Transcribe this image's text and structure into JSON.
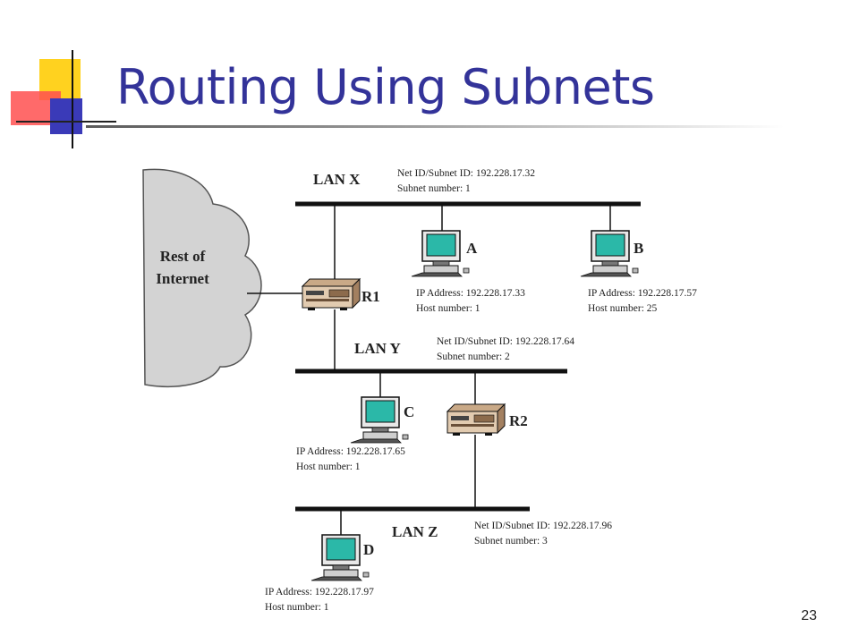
{
  "slide": {
    "title": "Routing Using Subnets",
    "page_number": "23"
  },
  "colors": {
    "title": "#333399",
    "monitor_screen": "#2bb8a8",
    "cloud": "#d3d3d3"
  },
  "diagram": {
    "cloud": {
      "line1": "Rest of",
      "line2": "Internet"
    },
    "lans": [
      {
        "name": "LAN X",
        "net_id": "Net ID/Subnet ID: 192.228.17.32",
        "subnet": "Subnet number: 1"
      },
      {
        "name": "LAN Y",
        "net_id": "Net ID/Subnet ID: 192.228.17.64",
        "subnet": "Subnet number: 2"
      },
      {
        "name": "LAN Z",
        "net_id": "Net ID/Subnet ID: 192.228.17.96",
        "subnet": "Subnet number: 3"
      }
    ],
    "routers": [
      {
        "label": "R1"
      },
      {
        "label": "R2"
      }
    ],
    "hosts": [
      {
        "label": "A",
        "ip": "IP Address: 192.228.17.33",
        "host_number": "Host number: 1"
      },
      {
        "label": "B",
        "ip": "IP Address: 192.228.17.57",
        "host_number": "Host number: 25"
      },
      {
        "label": "C",
        "ip": "IP Address: 192.228.17.65",
        "host_number": "Host number: 1"
      },
      {
        "label": "D",
        "ip": "IP Address: 192.228.17.97",
        "host_number": "Host number: 1"
      }
    ]
  }
}
